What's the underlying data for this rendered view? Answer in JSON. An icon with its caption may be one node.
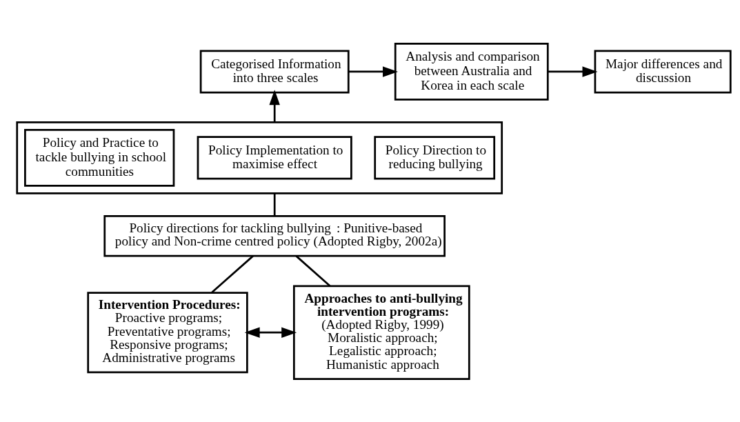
{
  "diagram": {
    "nodes": [
      {
        "text": [
          "Categorised Information into three scales"
        ]
      },
      {
        "text": [
          "Analysis and comparison between Australia and Korea in each scale"
        ]
      },
      {
        "text": [
          "Major differences and discussion"
        ]
      },
      {
        "text": [],
        "shape": "box"
      },
      {
        "text": [
          "Policy and Practice to tackle bullying in school communities"
        ],
        "in": 3
      },
      {
        "text": [
          "Policy Implementation to maximise effect"
        ],
        "in": 3
      },
      {
        "text": [
          "Policy Direction to reducing bullying"
        ],
        "in": 3
      },
      {
        "text": [
          "**Policy directions for tackling bullying**: Punitive-based policy and Non-crime centred policy (Adopted Rigby, 2002a)"
        ]
      },
      {
        "text": [
          "Intervention Procedures:",
          "Proactive programs; Preventative programs; Responsive programs; Administrative programs"
        ]
      },
      {
        "text": [
          "Approaches to anti-bullying intervention programs:",
          "(Adopted Rigby, 1999) Moralistic approach; Legalistic approach; Humanistic approach"
        ]
      }
    ],
    "edges": [
      {
        "from": 0,
        "to": 1,
        "arrow": "to"
      },
      {
        "from": 1,
        "to": 2,
        "arrow": "to"
      },
      {
        "from": 3,
        "to": 0,
        "arrow": "to"
      },
      {
        "from": 3,
        "to": 7,
        "arrow": "none"
      },
      {
        "from": 7,
        "to": 8,
        "arrow": "none"
      },
      {
        "from": 7,
        "to": 9,
        "arrow": "none"
      },
      {
        "from": 8,
        "to": 9,
        "arrow": "both"
      }
    ]
  }
}
